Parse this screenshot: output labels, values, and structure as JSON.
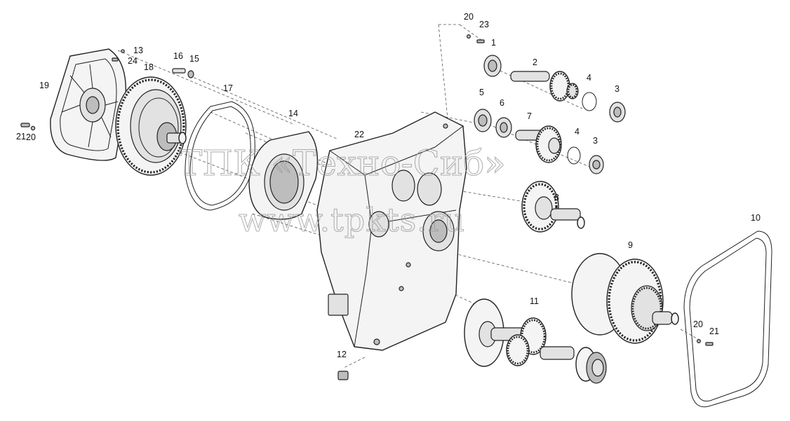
{
  "watermark": {
    "line1": "ТПК «Техно-Сиб»",
    "line2": "www.tpkts.ru"
  },
  "callouts": [
    {
      "id": "c1",
      "text": "1"
    },
    {
      "id": "c2",
      "text": "2"
    },
    {
      "id": "c3a",
      "text": "3"
    },
    {
      "id": "c3b",
      "text": "3"
    },
    {
      "id": "c4a",
      "text": "4"
    },
    {
      "id": "c4b",
      "text": "4"
    },
    {
      "id": "c5",
      "text": "5"
    },
    {
      "id": "c6",
      "text": "6"
    },
    {
      "id": "c7",
      "text": "7"
    },
    {
      "id": "c8",
      "text": "8"
    },
    {
      "id": "c9",
      "text": "9"
    },
    {
      "id": "c10",
      "text": "10"
    },
    {
      "id": "c11",
      "text": "11"
    },
    {
      "id": "c12",
      "text": "12"
    },
    {
      "id": "c13",
      "text": "13"
    },
    {
      "id": "c14",
      "text": "14"
    },
    {
      "id": "c15",
      "text": "15"
    },
    {
      "id": "c16",
      "text": "16"
    },
    {
      "id": "c17",
      "text": "17"
    },
    {
      "id": "c18",
      "text": "18"
    },
    {
      "id": "c19",
      "text": "19"
    },
    {
      "id": "c20a",
      "text": "20"
    },
    {
      "id": "c20b",
      "text": "20"
    },
    {
      "id": "c20c",
      "text": "20"
    },
    {
      "id": "c21a",
      "text": "21"
    },
    {
      "id": "c21b",
      "text": "21"
    },
    {
      "id": "c22",
      "text": "22"
    },
    {
      "id": "c23",
      "text": "23"
    },
    {
      "id": "c24",
      "text": "24"
    }
  ]
}
